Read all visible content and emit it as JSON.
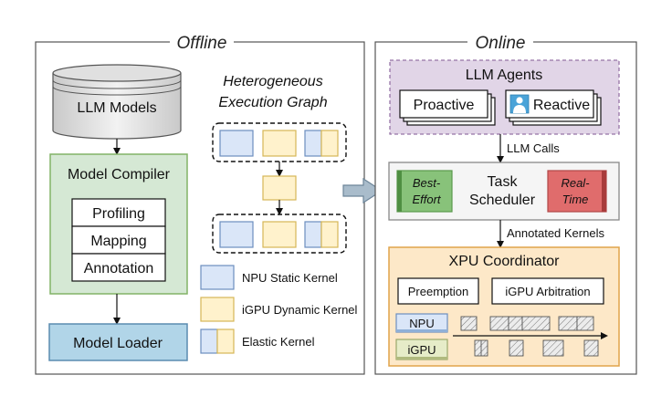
{
  "offline": {
    "title": "Offline",
    "models_label": "LLM Models",
    "compiler": {
      "title": "Model Compiler",
      "steps": [
        "Profiling",
        "Mapping",
        "Annotation"
      ]
    },
    "loader_label": "Model Loader",
    "graph_title_line1": "Heterogeneous",
    "graph_title_line2": "Execution Graph",
    "legend": {
      "npu": "NPU Static Kernel",
      "igpu": "iGPU Dynamic Kernel",
      "elastic": "Elastic Kernel"
    }
  },
  "online": {
    "title": "Online",
    "agents": {
      "title": "LLM Agents",
      "proactive": "Proactive",
      "reactive": "Reactive"
    },
    "llm_calls": "LLM Calls",
    "scheduler": {
      "best_effort_1": "Best-",
      "best_effort_2": "Effort",
      "task_1": "Task",
      "task_2": "Scheduler",
      "real_time_1": "Real-",
      "real_time_2": "Time"
    },
    "annotated_kernels": "Annotated Kernels",
    "coordinator": {
      "title": "XPU Coordinator",
      "preemption": "Preemption",
      "arbitration": "iGPU Arbitration",
      "npu": "NPU",
      "igpu": "iGPU"
    }
  },
  "colors": {
    "npu_fill": "#dae6f8",
    "npu_stroke": "#6c8ebf",
    "igpu_fill": "#fff2cc",
    "igpu_stroke": "#d6b656",
    "compiler_fill": "#d5e8d4",
    "compiler_stroke": "#82b366",
    "loader_fill": "#b1d5e8",
    "agents_fill": "#e1d5e7",
    "agents_stroke": "#9673a6",
    "coordinator_fill": "#fde8c8",
    "coordinator_stroke": "#e0a44a",
    "best_effort_fill": "#88c27a",
    "real_time_fill": "#e06c6c"
  }
}
